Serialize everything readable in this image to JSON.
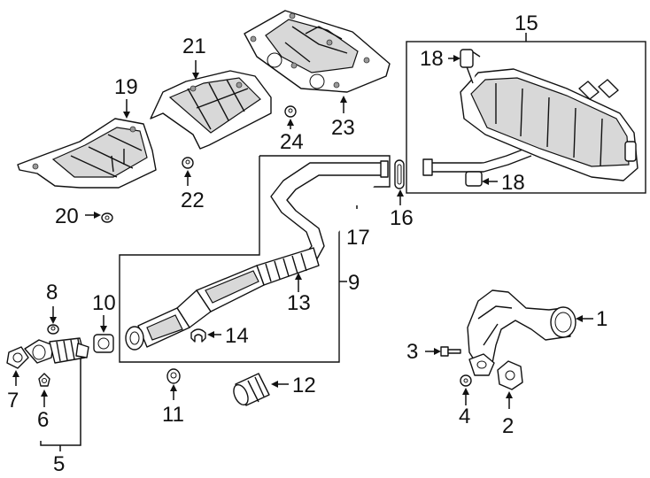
{
  "callouts": {
    "c1": "1",
    "c2": "2",
    "c3": "3",
    "c4": "4",
    "c5": "5",
    "c6": "6",
    "c7": "7",
    "c8": "8",
    "c9": "9",
    "c10": "10",
    "c11": "11",
    "c12": "12",
    "c13": "13",
    "c14": "14",
    "c15": "15",
    "c16": "16",
    "c17": "17",
    "c18a": "18",
    "c18b": "18",
    "c19": "19",
    "c20": "20",
    "c21": "21",
    "c22": "22",
    "c23": "23",
    "c24": "24"
  },
  "colors": {
    "ink": "#111111",
    "shade": "#9a9a9a",
    "light": "#d8d8d8",
    "background": "#ffffff"
  }
}
